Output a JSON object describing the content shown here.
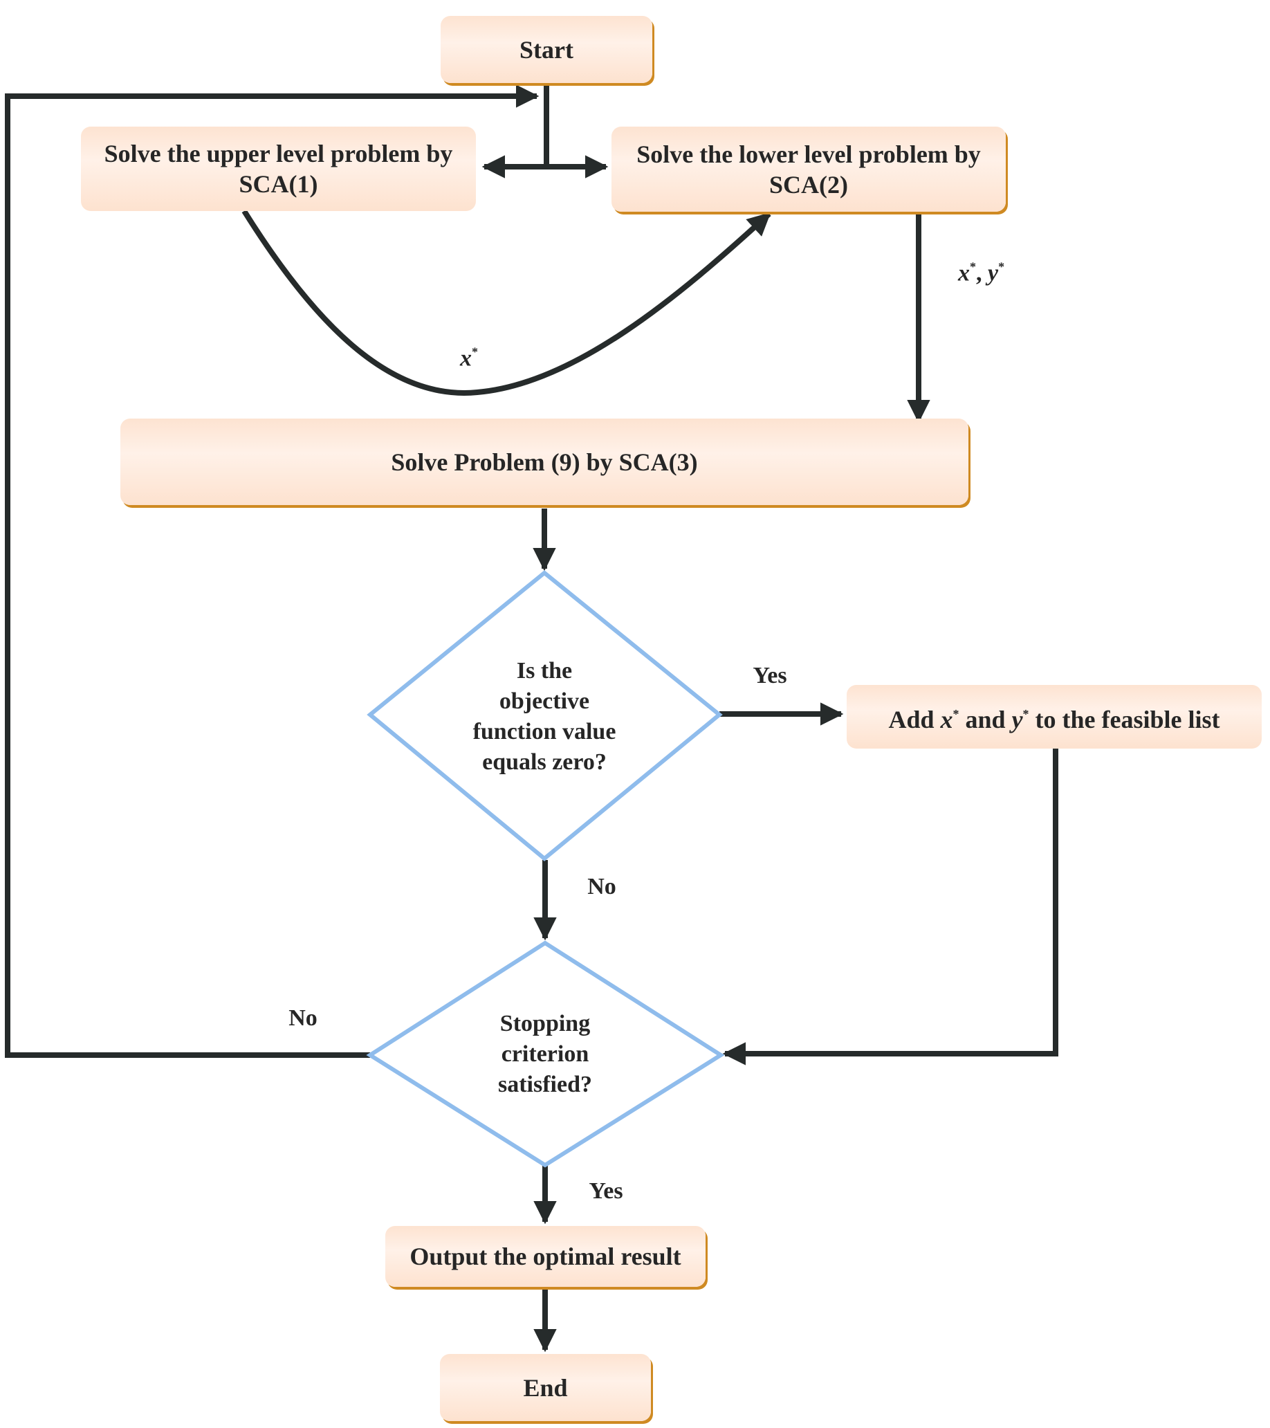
{
  "diagram": {
    "type": "flowchart",
    "nodes": {
      "start": {
        "label": "Start"
      },
      "upper": {
        "line1": "Solve the upper level problem by",
        "line2": "SCA(1)"
      },
      "lower": {
        "line1": "Solve the lower level problem by",
        "line2": "SCA(2)"
      },
      "problem9": {
        "label": "Solve Problem (9) by SCA(3)"
      },
      "decision1": {
        "lines": [
          "Is the",
          "objective",
          "function value",
          "equals zero?"
        ]
      },
      "add": {
        "pre": "Add ",
        "x": "x",
        "star": "*",
        "mid": " and ",
        "y": "y",
        "post": " to the feasible list"
      },
      "decision2": {
        "lines": [
          "Stopping",
          "criterion",
          "satisfied?"
        ]
      },
      "output": {
        "label": "Output the optimal result"
      },
      "end": {
        "label": "End"
      }
    },
    "edge_labels": {
      "x_star": {
        "var": "x",
        "star": "*"
      },
      "xy_star": {
        "x": "x",
        "star": "*",
        "sep": ", ",
        "y": "y"
      },
      "yes1": "Yes",
      "no1": "No",
      "no2": "No",
      "yes2": "Yes"
    },
    "colors": {
      "box_fill": "#fde3d1",
      "box_shadow": "#cf8a22",
      "diamond_stroke": "#8fbcec",
      "arrow": "#262b2b"
    }
  }
}
